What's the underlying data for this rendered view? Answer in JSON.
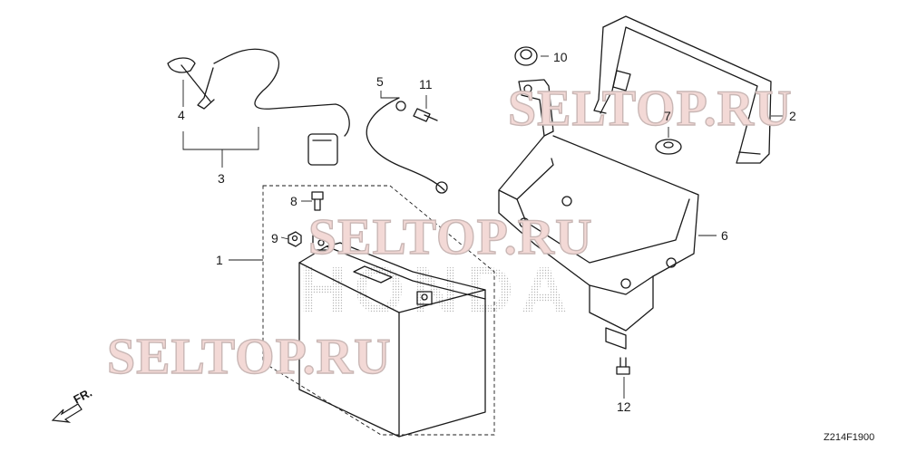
{
  "callouts": {
    "c1": "1",
    "c2": "2",
    "c3": "3",
    "c4": "4",
    "c5": "5",
    "c6": "6",
    "c7": "7",
    "c8": "8",
    "c9": "9",
    "c10": "10",
    "c11": "11",
    "c12": "12"
  },
  "direction_label": "FR.",
  "diagram_code": "Z214F1900",
  "watermark": "SELTOP.RU",
  "logo_text": "HONDA"
}
